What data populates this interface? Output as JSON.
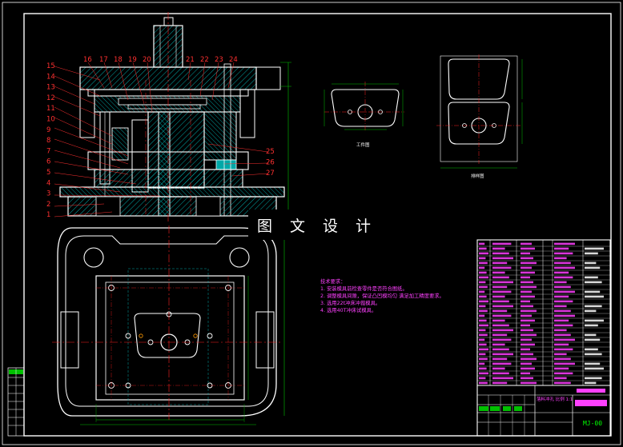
{
  "watermark": "图 文 设 计",
  "callouts_left": [
    "15",
    "14",
    "13",
    "12",
    "11",
    "10",
    "9",
    "8",
    "7",
    "6",
    "5",
    "4",
    "3",
    "2",
    "1"
  ],
  "callouts_top": [
    "16",
    "17",
    "18",
    "19",
    "20",
    "21",
    "22",
    "23",
    "24"
  ],
  "callouts_right": [
    "25",
    "26",
    "27"
  ],
  "tech_notes": {
    "heading": "技术要求：",
    "items": [
      "1.  安装模具前检查零件是否符合图纸。",
      "2.  调整模具间隙，保证凸凹模均匀 满足加工精度要求。",
      "3.  选用22t冲床冲裁模具。",
      "4.  选用40T冲床试模具。"
    ]
  },
  "views": {
    "part_view_label": "工件图",
    "layout_view_label": "排样图"
  },
  "title_block": {
    "scale_text": "落料冲孔  比例 1:1",
    "drawing_number": "MJ-00"
  },
  "colors": {
    "background": "#000000",
    "outline": "#ffffff",
    "centerline": "#ff2020",
    "dimension": "#00c000",
    "hatch": "#00a8a8",
    "notes": "#ff40ff"
  }
}
